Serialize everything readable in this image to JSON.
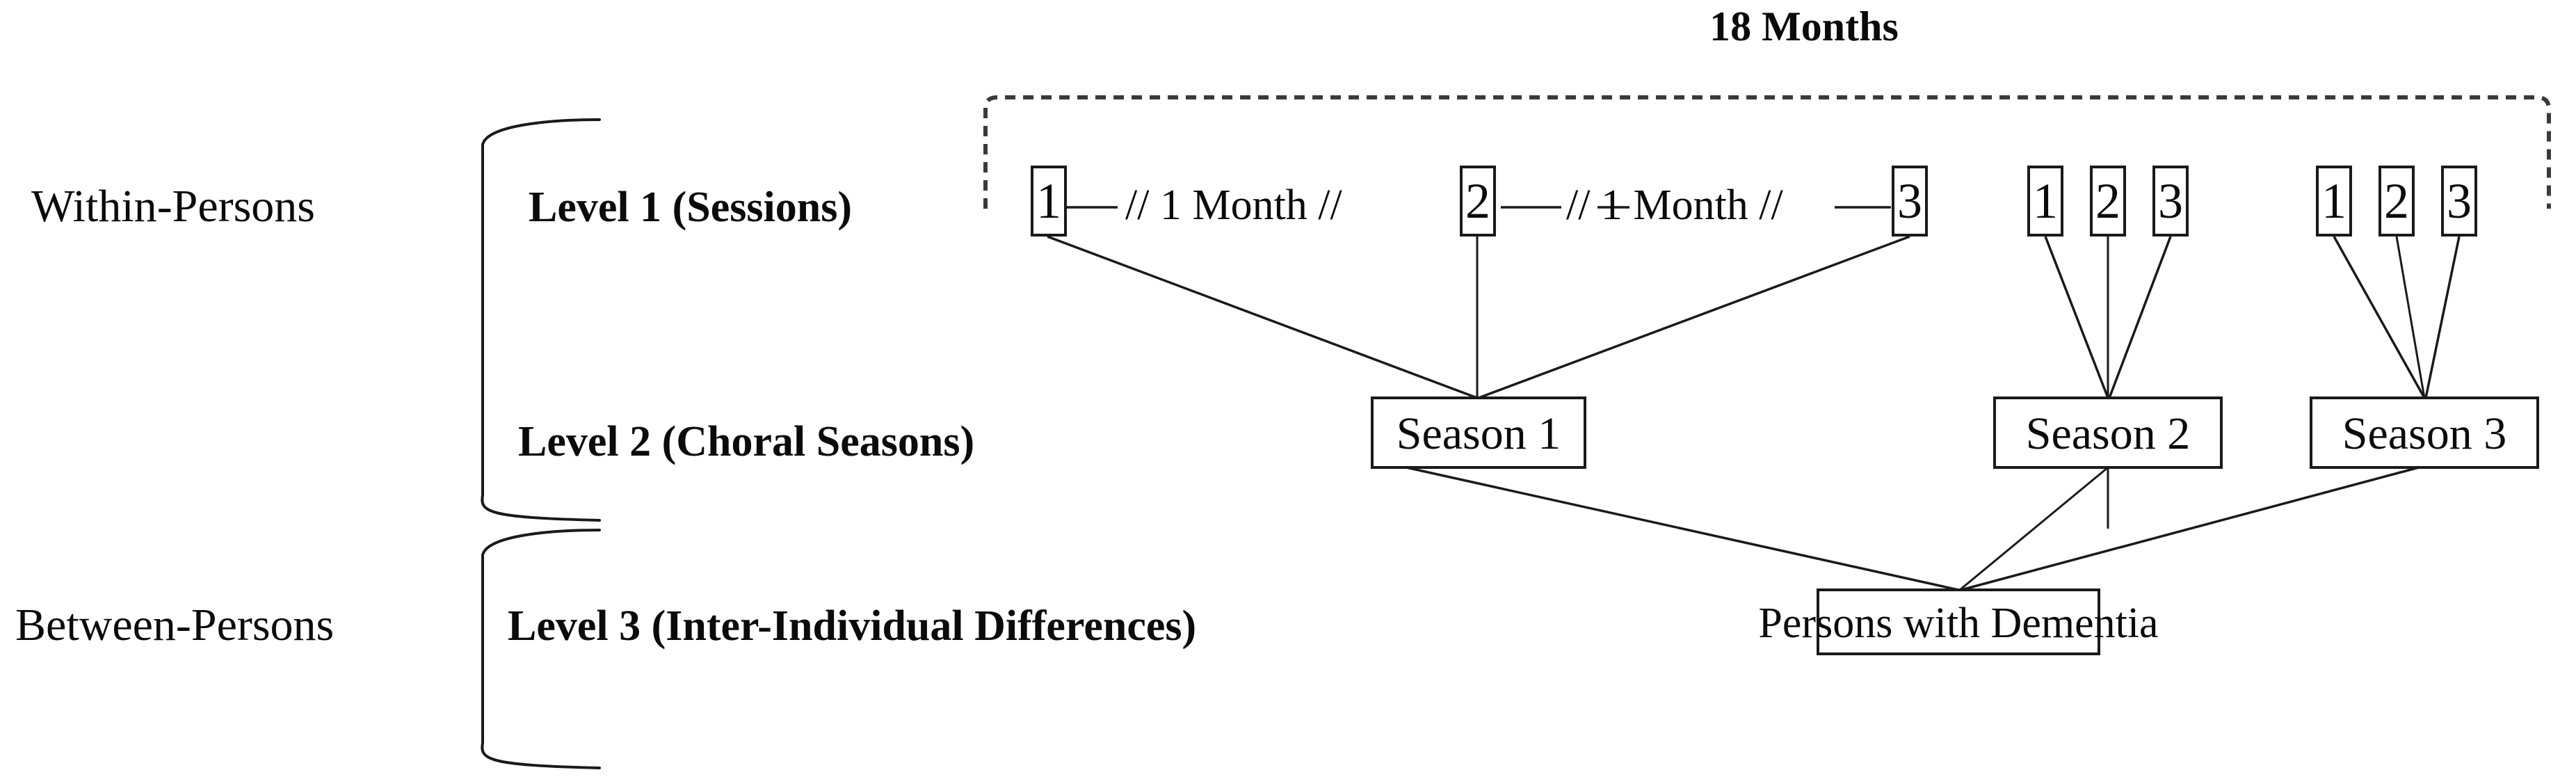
{
  "figure": {
    "title": "18 Months",
    "persons_labels": [
      {
        "id": "within",
        "text": "Within-Persons"
      },
      {
        "id": "between",
        "text": "Between-Persons"
      }
    ],
    "level_labels": [
      {
        "id": "level1",
        "text": "Level 1 (Sessions)"
      },
      {
        "id": "level2",
        "text": "Level 2 (Choral Seasons)"
      },
      {
        "id": "level3",
        "text": "Level 3 (Inter-Individual Differences)"
      }
    ],
    "timeline": {
      "interval_labels": [
        "// 1 Month //",
        "// 1 Month //"
      ],
      "span_label": "18 Months"
    },
    "session_groups": [
      {
        "id": "season-1-sessions",
        "spaced": true,
        "sessions": [
          "1",
          "2",
          "3"
        ]
      },
      {
        "id": "season-2-sessions",
        "spaced": false,
        "sessions": [
          "1",
          "2",
          "3"
        ]
      },
      {
        "id": "season-3-sessions",
        "spaced": false,
        "sessions": [
          "1",
          "2",
          "3"
        ]
      }
    ],
    "seasons": [
      {
        "id": "season-1",
        "label": "Season 1"
      },
      {
        "id": "season-2",
        "label": "Season 2"
      },
      {
        "id": "season-3",
        "label": "Season 3"
      }
    ],
    "population": {
      "id": "persons-with-dementia",
      "label": "Persons with Dementia"
    },
    "colors": {
      "background": "#ffffff",
      "stroke": "#1a1a1a",
      "text": "#0b0b0b",
      "dashed": "#3a3a3a"
    }
  }
}
